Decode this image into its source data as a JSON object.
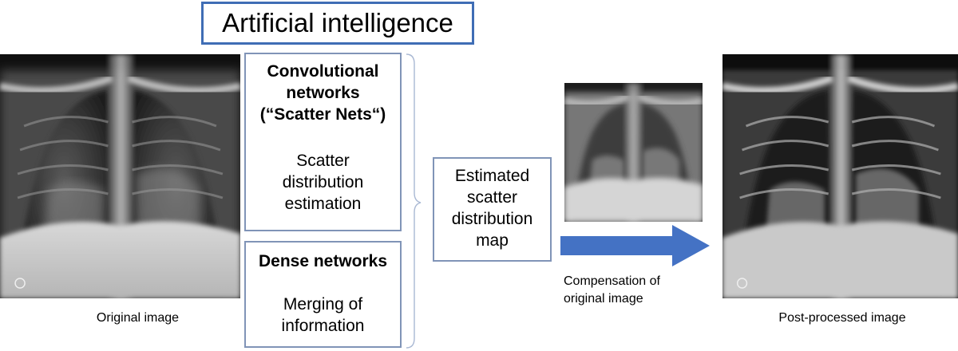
{
  "title": "Artificial intelligence",
  "left_image": {
    "caption": "Original image"
  },
  "conv_box": {
    "heading": [
      "Convolutional",
      "networks",
      "(“Scatter Nets“)"
    ],
    "body": [
      "Scatter",
      "distribution",
      "estimation"
    ]
  },
  "dense_box": {
    "heading": "Dense networks",
    "body": [
      "Merging of",
      "information"
    ]
  },
  "estimated_box": {
    "lines": [
      "Estimated",
      "scatter",
      "distribution",
      "map"
    ]
  },
  "arrow": {
    "caption": [
      "Compensation of",
      "original image"
    ],
    "color": "#4472c4"
  },
  "right_image": {
    "caption": "Post-processed image"
  },
  "colors": {
    "title_border": "#3f6db5",
    "box_border": "#8094b7",
    "brace": "#a9b8d3"
  }
}
